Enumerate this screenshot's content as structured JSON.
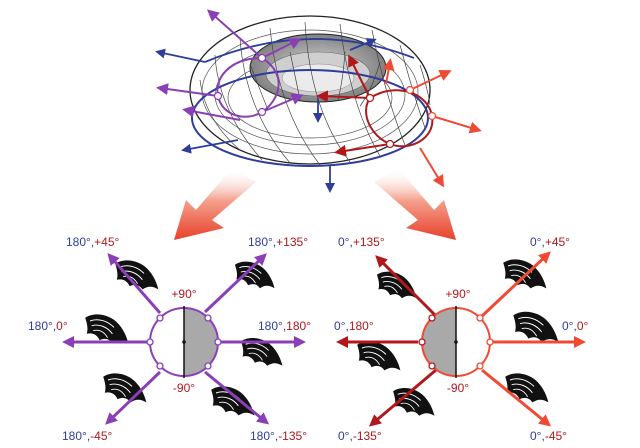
{
  "colors": {
    "blue": "#2e3d9a",
    "purple": "#8b3fb6",
    "red": "#b0181c",
    "orange": "#ef4a34",
    "gray": "#a9a9a9",
    "dark": "#111111"
  },
  "torus": {
    "icon": "torus-mesh-icon"
  },
  "left_diagram": {
    "labels": [
      {
        "id": "l-tl",
        "a": "180°",
        "b": "+45°"
      },
      {
        "id": "l-tr",
        "a": "180°",
        "b": "+135°"
      },
      {
        "id": "l-l",
        "a": "180°",
        "b": "0°"
      },
      {
        "id": "l-r",
        "a": "180°",
        "b": "180°"
      },
      {
        "id": "l-bl",
        "a": "180°",
        "b": "-45°"
      },
      {
        "id": "l-br",
        "a": "180°",
        "b": "-135°"
      }
    ],
    "top_mark": "+90°",
    "bottom_mark": "-90°"
  },
  "right_diagram": {
    "labels": [
      {
        "id": "r-tl",
        "a": "0°",
        "b": "+135°"
      },
      {
        "id": "r-tr",
        "a": "0°",
        "b": "+45°"
      },
      {
        "id": "r-l",
        "a": "0°",
        "b": "180°"
      },
      {
        "id": "r-r",
        "a": "0°",
        "b": "0°"
      },
      {
        "id": "r-bl",
        "a": "0°",
        "b": "-135°"
      },
      {
        "id": "r-br",
        "a": "0°",
        "b": "-45°"
      }
    ],
    "top_mark": "+90°",
    "bottom_mark": "-90°"
  }
}
